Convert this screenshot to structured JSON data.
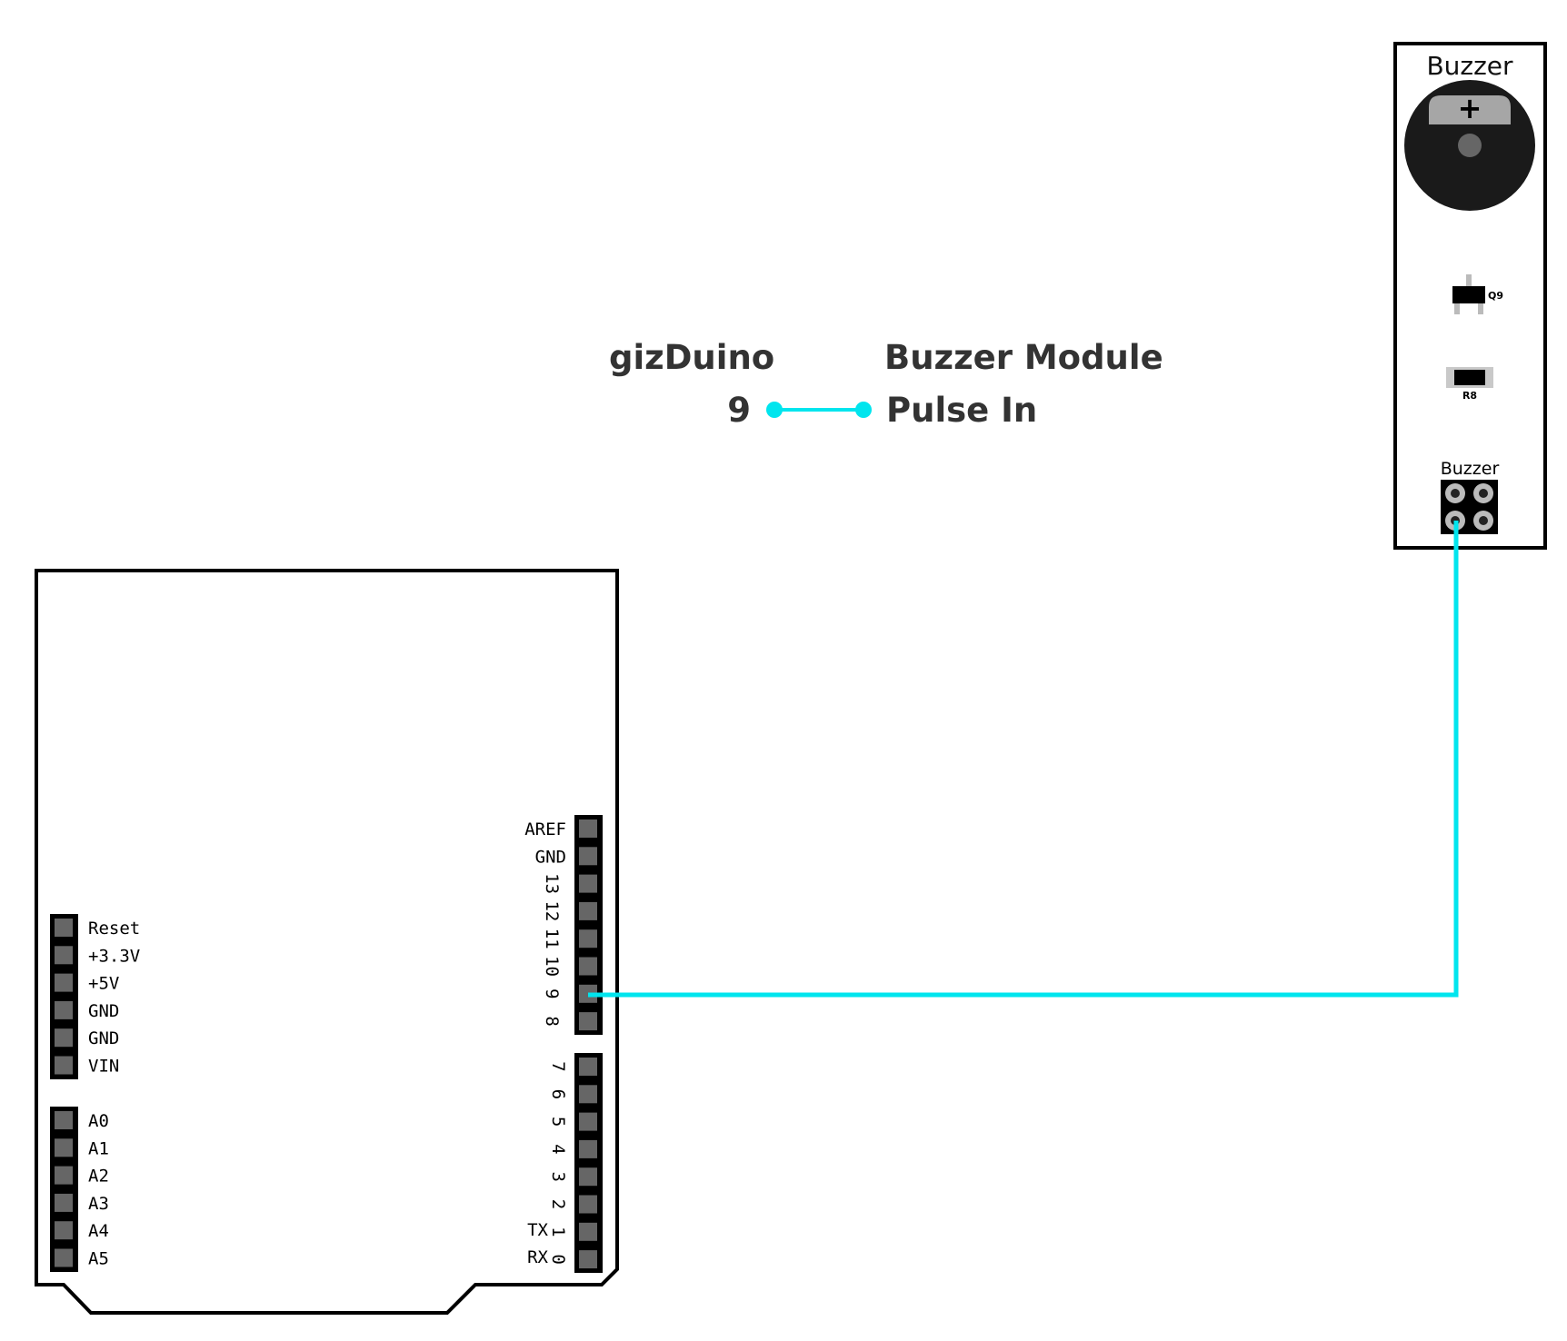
{
  "legend": {
    "left_title": "gizDuino",
    "right_title": "Buzzer Module",
    "left_pin": "9",
    "right_pin": "Pulse In"
  },
  "colors": {
    "wire": "#00E5EE",
    "outline": "#000000",
    "pin": "#666666",
    "text": "#333333"
  },
  "board": {
    "digital_upper_labels": [
      "AREF",
      "GND",
      "13",
      "12",
      "11",
      "10",
      "9",
      "8"
    ],
    "digital_lower_labels": [
      "7",
      "6",
      "5",
      "4",
      "3",
      "2",
      "1",
      "0"
    ],
    "tx_label": "TX",
    "rx_label": "RX",
    "power_labels": [
      "Reset",
      "+3.3V",
      "+5V",
      "GND",
      "GND",
      "VIN"
    ],
    "analog_labels": [
      "A0",
      "A1",
      "A2",
      "A3",
      "A4",
      "A5"
    ]
  },
  "module": {
    "title": "Buzzer",
    "plus_sign": "+",
    "transistor_label": "Q9",
    "resistor_label": "R8",
    "header_label": "Buzzer"
  }
}
